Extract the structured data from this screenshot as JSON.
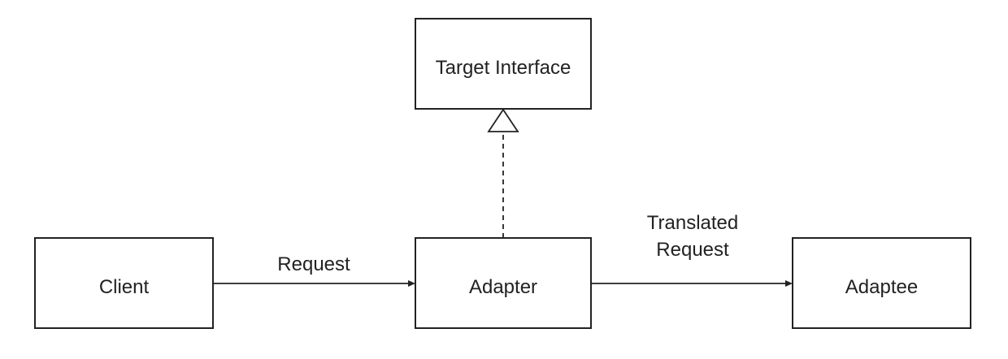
{
  "nodes": {
    "target_interface": {
      "label": "Target Interface"
    },
    "client": {
      "label": "Client"
    },
    "adapter": {
      "label": "Adapter"
    },
    "adaptee": {
      "label": "Adaptee"
    }
  },
  "edges": {
    "client_to_adapter": {
      "label": "Request"
    },
    "adapter_to_adaptee": {
      "label_line1": "Translated",
      "label_line2": "Request"
    },
    "adapter_implements_target": {
      "style": "dashed",
      "arrowhead": "hollow-triangle"
    }
  },
  "colors": {
    "stroke": "#222222",
    "background": "#ffffff"
  }
}
